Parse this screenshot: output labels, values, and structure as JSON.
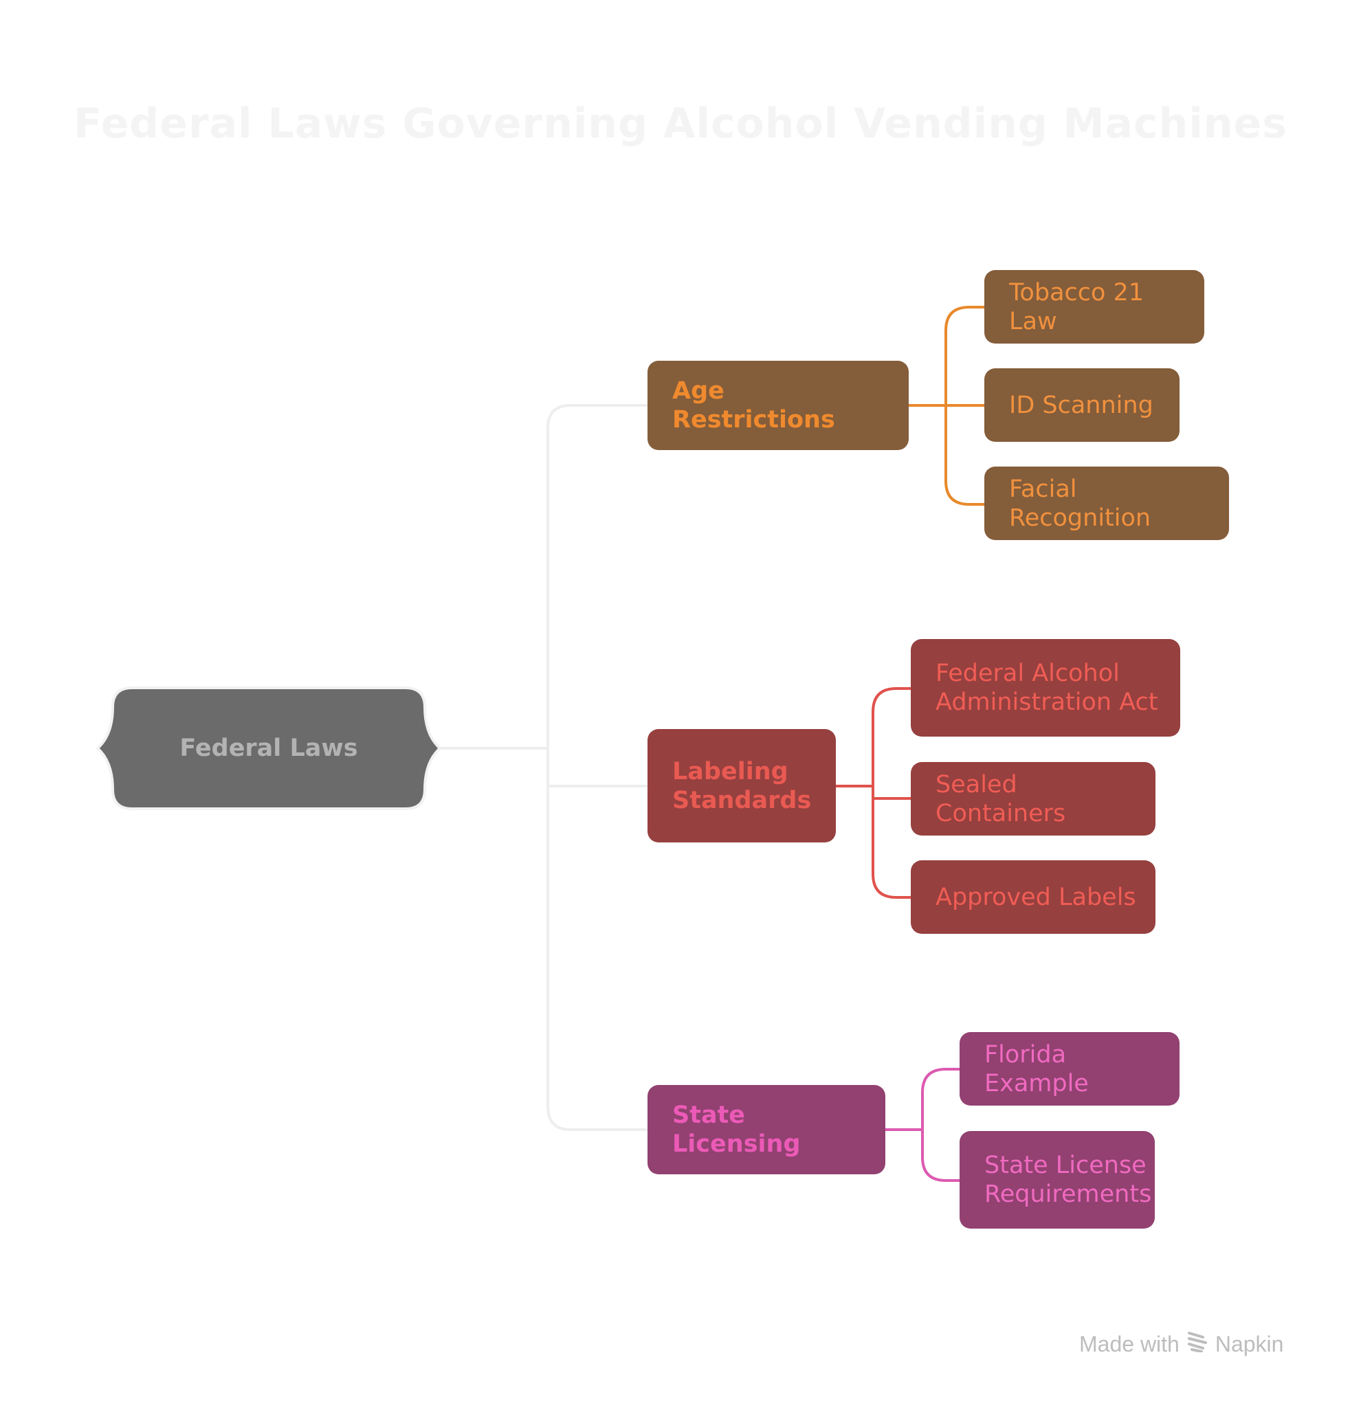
{
  "title": "Federal Laws Governing Alcohol Vending Machines",
  "root": {
    "label": "Federal Laws",
    "color": "#6b6b6b"
  },
  "branches": [
    {
      "label": "Age Restrictions",
      "color": "#845d3a",
      "accent": "#f08a2e",
      "children": [
        "Tobacco 21 Law",
        "ID Scanning",
        "Facial Recognition"
      ]
    },
    {
      "label": "Labeling Standards",
      "color": "#96403f",
      "accent": "#e95a52",
      "children": [
        "Federal Alcohol Administration Act",
        "Sealed Containers",
        "Approved Labels"
      ]
    },
    {
      "label": "State Licensing",
      "color": "#924171",
      "accent": "#ec5ab7",
      "children": [
        "Florida Example",
        "State License Requirements"
      ]
    }
  ],
  "footer": {
    "made_with": "Made with",
    "brand": "Napkin",
    "icon": "napkin-logo-icon"
  }
}
